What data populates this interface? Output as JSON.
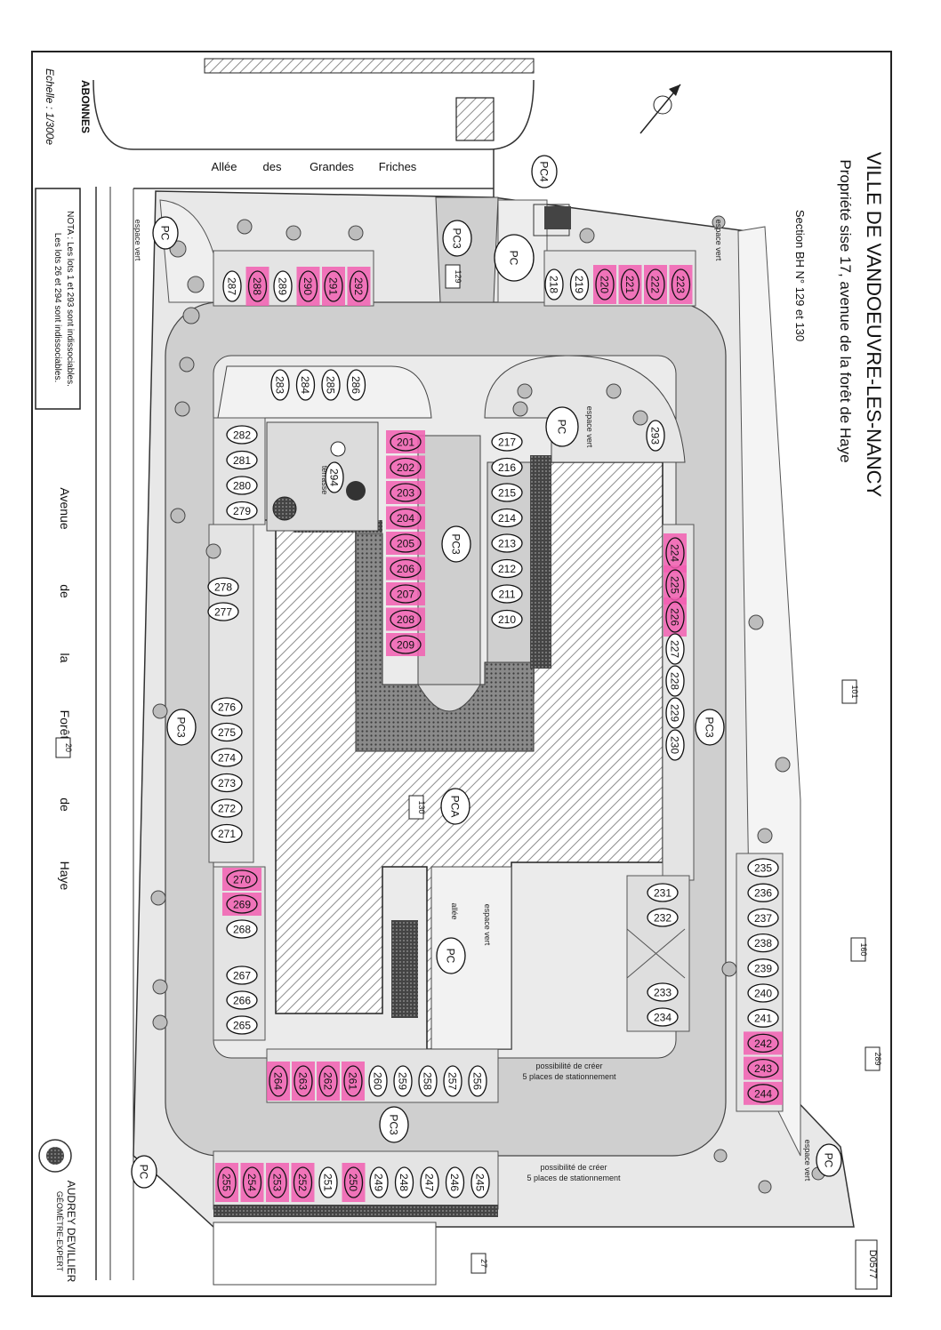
{
  "title": {
    "main": "VILLE DE VANDOEUVRE-LES-NANCY",
    "address": "Propriété sise 17, avenue de la forêt de Haye",
    "section": "Section BH N° 129 et 130"
  },
  "streets": {
    "top": [
      "Allée",
      "des",
      "Grandes",
      "Friches"
    ],
    "bottom": [
      "Avenue",
      "de",
      "la",
      "Forêt",
      "de",
      "Haye"
    ]
  },
  "legend": {
    "abonnes": "ABONNES",
    "scale": "Echelle : 1/300e"
  },
  "nota": {
    "line1": "NOTA : Les lots 1 et 293 sont indissociables.",
    "line2": "Les lots 26 et 294 sont indissociables."
  },
  "surveyor": {
    "name": "AUDREY DEVILLIER",
    "title": "GÉOMÈTRE-EXPERT"
  },
  "doc_ref": "D0577",
  "parcels": [
    "101",
    "160",
    "289",
    "129",
    "130",
    "20",
    "27"
  ],
  "common_parts": [
    "PC",
    "PC",
    "PC",
    "PC",
    "PC",
    "PC",
    "PC3",
    "PC3",
    "PC3",
    "PC3",
    "PC3",
    "PC4",
    "PCA"
  ],
  "annotations": {
    "espace_vert": "espace vert",
    "terrasse": "terrasse",
    "allee": "allée",
    "possibilite_1": "possibilité de créer",
    "possibilite_2": "5 places de stationnement"
  },
  "lots": {
    "highlighted": [
      "201",
      "202",
      "203",
      "204",
      "205",
      "206",
      "207",
      "208",
      "209",
      "220",
      "221",
      "222",
      "223",
      "224",
      "225",
      "226",
      "242",
      "243",
      "244",
      "250",
      "252",
      "253",
      "254",
      "255",
      "261",
      "262",
      "263",
      "264",
      "269",
      "270",
      "288",
      "290",
      "291",
      "292"
    ],
    "all": [
      "201",
      "202",
      "203",
      "204",
      "205",
      "206",
      "207",
      "208",
      "209",
      "210",
      "211",
      "212",
      "213",
      "214",
      "215",
      "216",
      "217",
      "218",
      "219",
      "220",
      "221",
      "222",
      "223",
      "224",
      "225",
      "226",
      "227",
      "228",
      "229",
      "230",
      "231",
      "232",
      "233",
      "234",
      "235",
      "236",
      "237",
      "238",
      "239",
      "240",
      "241",
      "242",
      "243",
      "244",
      "245",
      "246",
      "247",
      "248",
      "249",
      "250",
      "251",
      "252",
      "253",
      "254",
      "255",
      "256",
      "257",
      "258",
      "259",
      "260",
      "261",
      "262",
      "263",
      "264",
      "265",
      "266",
      "267",
      "268",
      "269",
      "270",
      "271",
      "272",
      "273",
      "274",
      "275",
      "276",
      "277",
      "278",
      "279",
      "280",
      "281",
      "282",
      "283",
      "284",
      "285",
      "286",
      "287",
      "288",
      "289",
      "290",
      "291",
      "292",
      "293",
      "294"
    ]
  },
  "colors": {
    "highlight": "#f25fb2",
    "pavement": "#cfcfcf",
    "building_hatch": "#9a9a9a",
    "ink": "#111111"
  }
}
